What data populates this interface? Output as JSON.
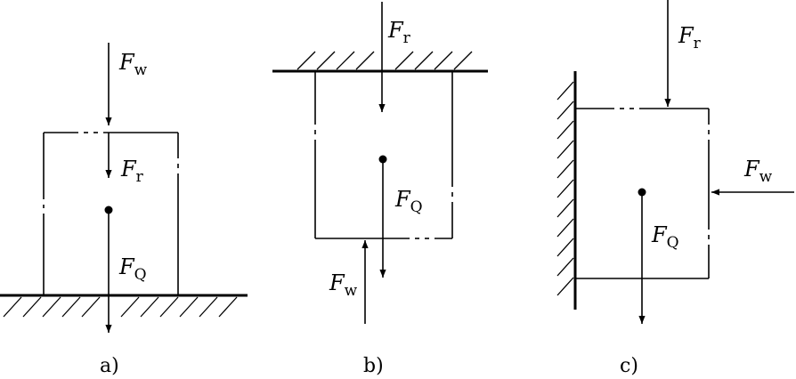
{
  "panels": [
    {
      "caption": "a)",
      "forces": [
        {
          "symbol": "F",
          "sub": "w"
        },
        {
          "symbol": "F",
          "sub": "r"
        },
        {
          "symbol": "F",
          "sub": "Q"
        }
      ]
    },
    {
      "caption": "b)",
      "forces": [
        {
          "symbol": "F",
          "sub": "r"
        },
        {
          "symbol": "F",
          "sub": "Q"
        },
        {
          "symbol": "F",
          "sub": "w"
        }
      ]
    },
    {
      "caption": "c)",
      "forces": [
        {
          "symbol": "F",
          "sub": "r"
        },
        {
          "symbol": "F",
          "sub": "w"
        },
        {
          "symbol": "F",
          "sub": "Q"
        }
      ]
    }
  ]
}
